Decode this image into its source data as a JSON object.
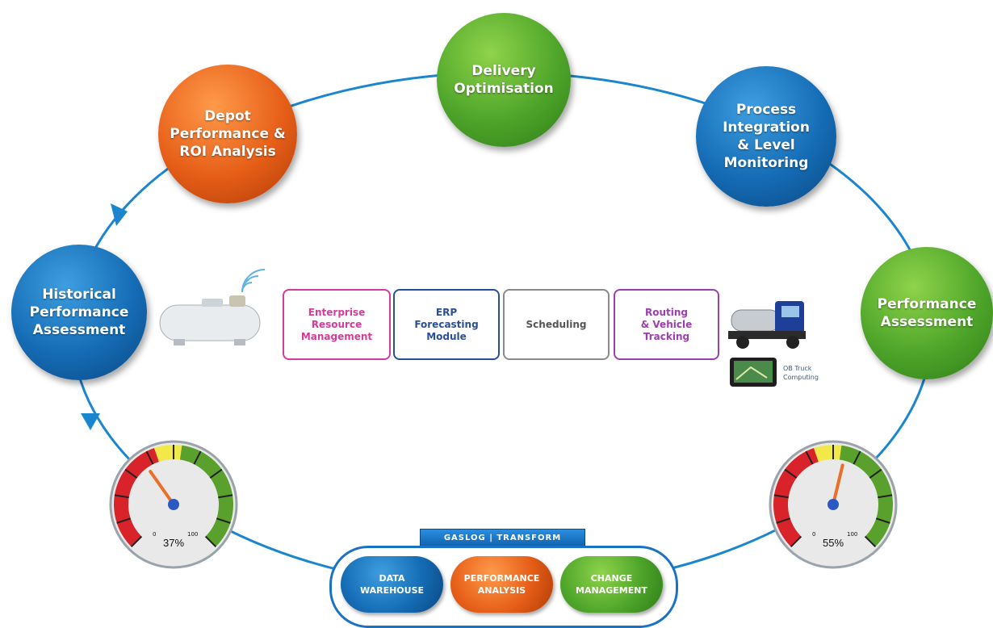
{
  "nodes": {
    "delivery": "Delivery\nOptimisation",
    "depot": "Depot\nPerformance &\nROI Analysis",
    "process": "Process\nIntegration\n& Level\nMonitoring",
    "performance": "Performance\nAssessment",
    "historical": "Historical\nPerformance\nAssessment"
  },
  "modules": {
    "erm": "Enterprise\nResource\nManagement",
    "erp": "ERP\nForecasting\nModule",
    "scheduling": "Scheduling",
    "routing": "Routing\n& Vehicle\nTracking"
  },
  "ob_label": "OB Truck\nComputing",
  "gauges": {
    "left": {
      "value": 37,
      "label": "37%",
      "min_label": "0",
      "max_label": "100"
    },
    "right": {
      "value": 55,
      "label": "55%",
      "min_label": "0",
      "max_label": "100"
    }
  },
  "gaslog_bar": "GASLOG | TRANSFORM",
  "transform": {
    "data": "DATA\nWAREHOUSE",
    "performance": "PERFORMANCE\nANALYSIS",
    "change": "CHANGE\nMANAGEMENT"
  },
  "colors": {
    "cycle_line": "#1a86d0",
    "green": "#4ea52a",
    "orange": "#e65e18",
    "blue": "#156cb5",
    "erm": "#d63b9a",
    "erp": "#2a4f9a",
    "scheduling": "#8a8a8a",
    "routing": "#9b3fb0"
  }
}
